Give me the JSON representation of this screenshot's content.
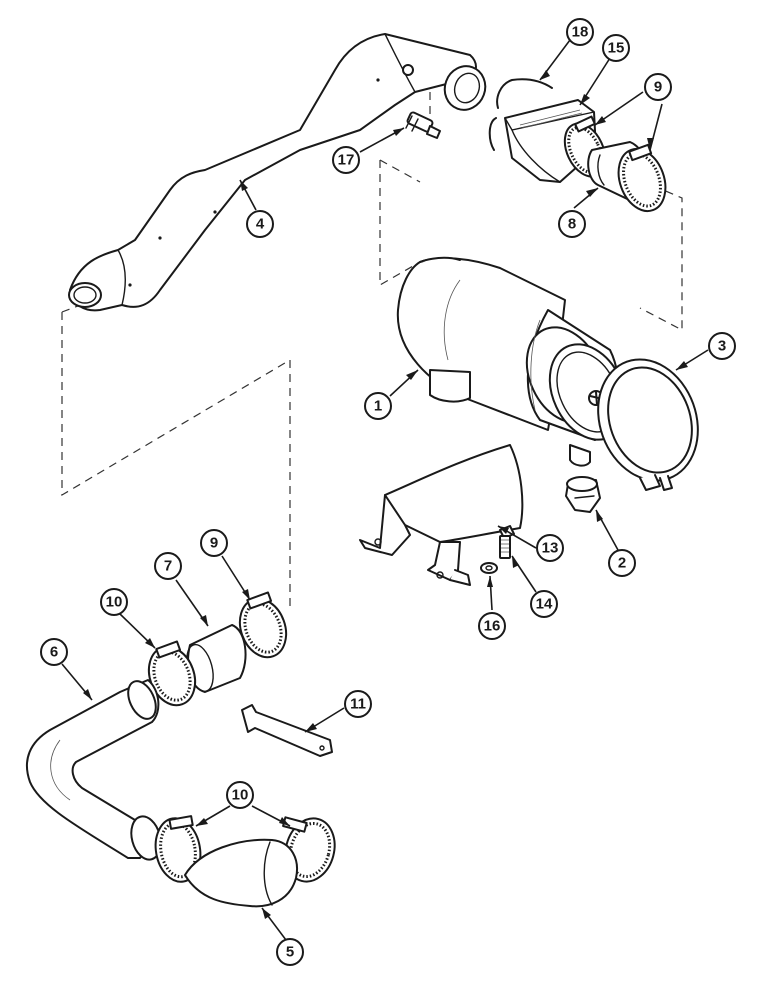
{
  "diagram": {
    "colors": {
      "line": "#1a1a1a",
      "background": "#ffffff"
    },
    "callouts": [
      {
        "id": "c1",
        "label": "1"
      },
      {
        "id": "c2",
        "label": "2"
      },
      {
        "id": "c3",
        "label": "3"
      },
      {
        "id": "c4",
        "label": "4"
      },
      {
        "id": "c5",
        "label": "5"
      },
      {
        "id": "c6",
        "label": "6"
      },
      {
        "id": "c7",
        "label": "7"
      },
      {
        "id": "c8",
        "label": "8"
      },
      {
        "id": "c9a",
        "label": "9"
      },
      {
        "id": "c9b",
        "label": "9"
      },
      {
        "id": "c10a",
        "label": "10"
      },
      {
        "id": "c10b",
        "label": "10"
      },
      {
        "id": "c11",
        "label": "11"
      },
      {
        "id": "c13",
        "label": "13"
      },
      {
        "id": "c14",
        "label": "14"
      },
      {
        "id": "c15",
        "label": "15"
      },
      {
        "id": "c16",
        "label": "16"
      },
      {
        "id": "c17",
        "label": "17"
      },
      {
        "id": "c18",
        "label": "18"
      }
    ]
  }
}
